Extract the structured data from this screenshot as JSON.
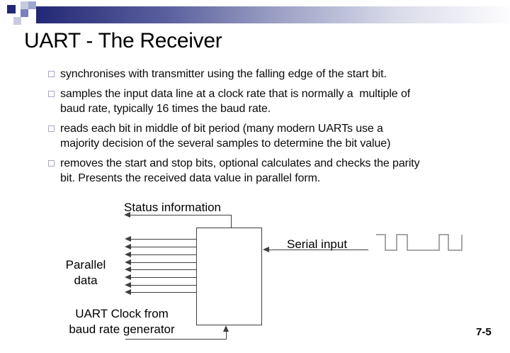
{
  "slide": {
    "title": "UART - The Receiver",
    "page_number": "7-5"
  },
  "bullets": [
    {
      "line1": "synchronises with transmitter using the falling edge of the start bit.",
      "line2": ""
    },
    {
      "line1": "samples the input data line at a clock rate that is normally a  multiple of",
      "line2": "baud rate, typically 16 times the baud rate."
    },
    {
      "line1": "reads each bit in middle of bit period (many modern UARTs use a",
      "line2": "majority decision of the several samples to determine the bit value)"
    },
    {
      "line1": "removes the start and stop bits, optional calculates and checks the parity",
      "line2": "bit. Presents the received data value in parallel form."
    }
  ],
  "diagram": {
    "status_label": "Status information",
    "serial_label": "Serial input",
    "parallel_label_line1": "Parallel",
    "parallel_label_line2": "data",
    "clock_label_line1": "UART Clock from",
    "clock_label_line2": "baud rate generator",
    "parallel_line_count": 8
  },
  "colors": {
    "accent_navy": "#232875",
    "header_gradient_end": "#fdfdfe",
    "bullet_marker_border": "#a9a9c6",
    "diagram_line": "#3f3f3f",
    "waveform_line": "#8a8a8a",
    "text": "#000000",
    "background": "#ffffff"
  }
}
